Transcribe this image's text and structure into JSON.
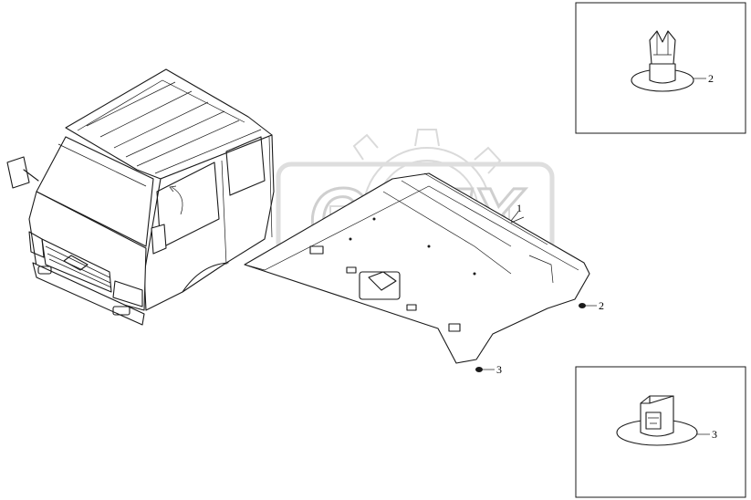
{
  "watermark": {
    "text": "OPEX"
  },
  "callouts": {
    "headliner": "1",
    "clip_main": "2",
    "fastener_main": "3",
    "detail_clip": "2",
    "detail_fastener": "3"
  }
}
